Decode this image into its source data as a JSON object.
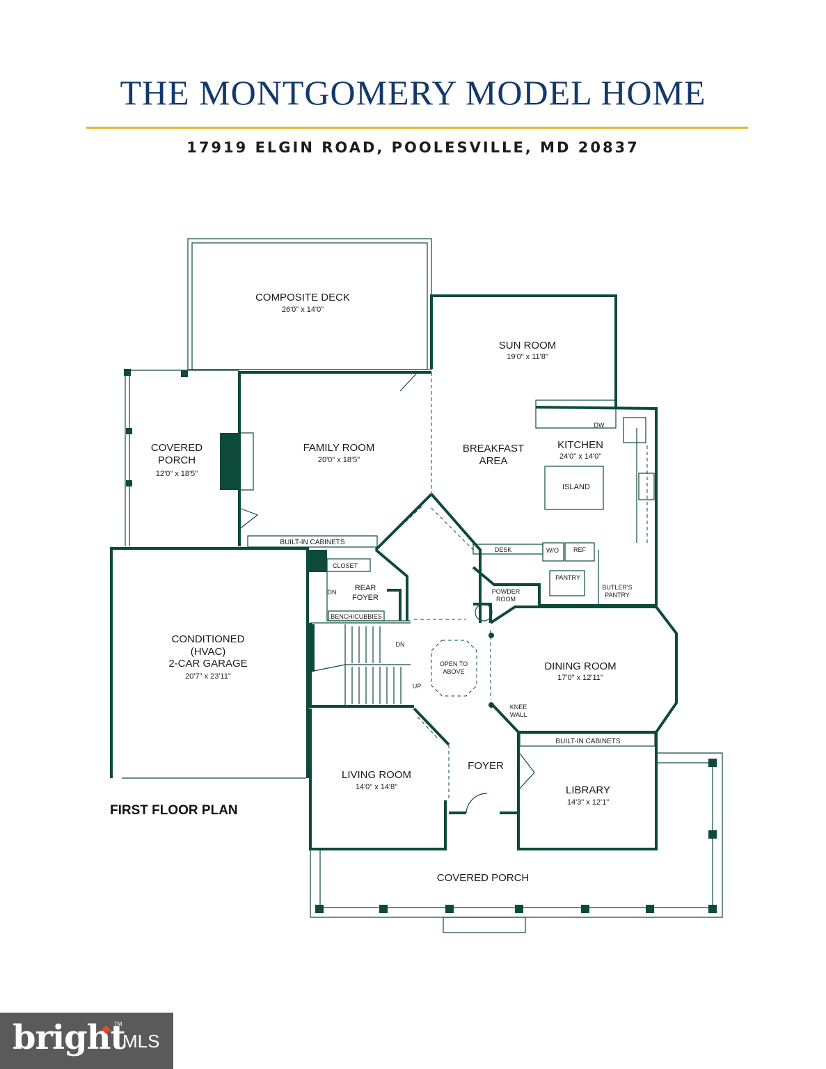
{
  "header": {
    "title": "THE MONTGOMERY MODEL HOME",
    "address": "17919 ELGIN ROAD, POOLESVILLE, MD 20837"
  },
  "plan": {
    "label": "FIRST FLOOR PLAN",
    "rooms": {
      "composite_deck": {
        "name": "COMPOSITE DECK",
        "dim": "26'0\" x 14'0\""
      },
      "sun_room": {
        "name": "SUN ROOM",
        "dim": "19'0\" x 11'8\""
      },
      "covered_porch_side": {
        "name1": "COVERED",
        "name2": "PORCH",
        "dim": "12'0\" x 18'5\""
      },
      "family_room": {
        "name": "FAMILY ROOM",
        "dim": "20'0\" x 18'5\""
      },
      "breakfast_area": {
        "name1": "BREAKFAST",
        "name2": "AREA"
      },
      "kitchen": {
        "name": "KITCHEN",
        "dim": "24'0\" x 14'0\""
      },
      "island": "ISLAND",
      "dw": "DW",
      "built_in_cabinets_family": "BUILT-IN CABINETS",
      "closet": "CLOSET",
      "rear_foyer": {
        "name1": "REAR",
        "name2": "FOYER"
      },
      "dn_rear": "DN",
      "bench_cubbies": "BENCH/CUBBIES",
      "desk": "DESK",
      "wo": "W/O",
      "ref": "REF",
      "pantry": "PANTRY",
      "powder_room": {
        "name1": "POWDER",
        "name2": "ROOM"
      },
      "butlers_pantry": {
        "name1": "BUTLER'S",
        "name2": "PANTRY"
      },
      "garage": {
        "name1": "CONDITIONED",
        "name2": "(HVAC)",
        "name3": "2-CAR GARAGE",
        "dim": "20'7\" x 23'11\""
      },
      "stair_dn": "DN",
      "stair_up": "UP",
      "open_to_above": {
        "name1": "OPEN TO",
        "name2": "ABOVE"
      },
      "dining_room": {
        "name": "DINING ROOM",
        "dim": "17'0\" x 12'11\""
      },
      "knee_wall": {
        "name1": "KNEE",
        "name2": "WALL"
      },
      "built_in_cabinets_library": "BUILT-IN CABINETS",
      "living_room": {
        "name": "LIVING ROOM",
        "dim": "14'0\" x 14'8\""
      },
      "foyer": "FOYER",
      "library": {
        "name": "LIBRARY",
        "dim": "14'3\" x 12'1\""
      },
      "covered_porch_front": "COVERED PORCH"
    }
  },
  "logo": {
    "brand": "bright",
    "suffix": "MLS",
    "tm": "TM"
  },
  "colors": {
    "title": "#13386a",
    "rule": "#e7b62a",
    "walls": "#0d4a3a",
    "logo_bg": "#5a5a5a",
    "spark": "#e8492c"
  }
}
